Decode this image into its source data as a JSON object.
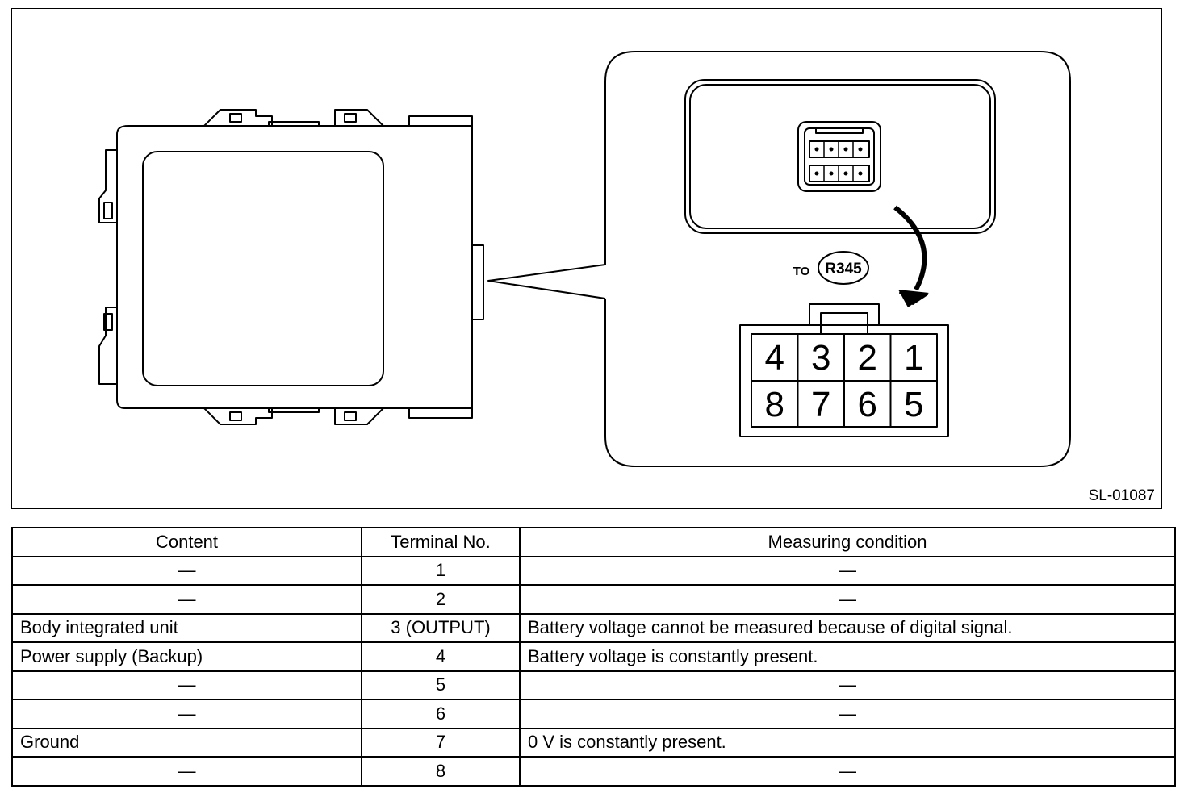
{
  "diagram": {
    "connector_label_prefix": "TO",
    "connector_label": "R345",
    "figure_id": "SL-01087",
    "terminal_layout": {
      "top_row": [
        "4",
        "3",
        "2",
        "1"
      ],
      "bottom_row": [
        "8",
        "7",
        "6",
        "5"
      ]
    }
  },
  "table": {
    "headers": [
      "Content",
      "Terminal No.",
      "Measuring condition"
    ],
    "rows": [
      {
        "content": "—",
        "terminal": "1",
        "condition": "—"
      },
      {
        "content": "—",
        "terminal": "2",
        "condition": "—"
      },
      {
        "content": "Body integrated unit",
        "terminal": "3 (OUTPUT)",
        "condition": "Battery voltage cannot be measured because of digital signal."
      },
      {
        "content": "Power supply (Backup)",
        "terminal": "4",
        "condition": "Battery voltage is constantly present."
      },
      {
        "content": "—",
        "terminal": "5",
        "condition": "—"
      },
      {
        "content": "—",
        "terminal": "6",
        "condition": "—"
      },
      {
        "content": "Ground",
        "terminal": "7",
        "condition": "0 V is constantly present."
      },
      {
        "content": "—",
        "terminal": "8",
        "condition": "—"
      }
    ]
  }
}
